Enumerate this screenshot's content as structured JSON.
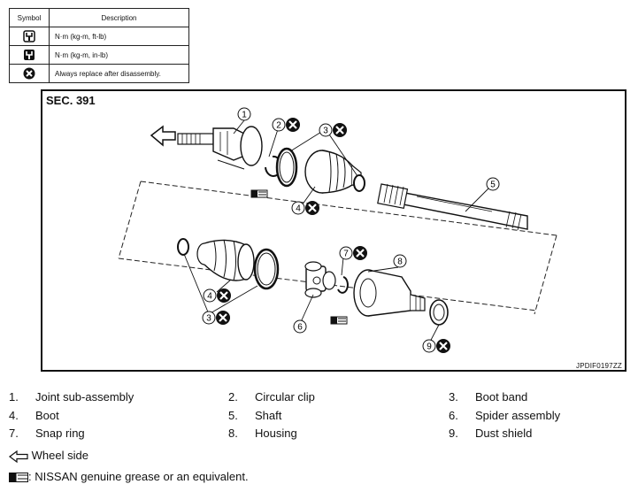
{
  "symbol_table": {
    "header_symbol": "Symbol",
    "header_description": "Description",
    "rows": [
      {
        "icon": "torque-wrench-icon",
        "description": "N·m (kg-m, ft-lb)"
      },
      {
        "icon": "torque-wrench-small-icon",
        "description": "N·m (kg-m, in-lb)"
      },
      {
        "icon": "replace-x-icon",
        "description": "Always replace after disassembly."
      }
    ]
  },
  "diagram": {
    "section": "SEC. 391",
    "figure_code": "JPDIF0197ZZ",
    "callouts": {
      "c1": "1",
      "c2": "2",
      "c3a": "3",
      "c5": "5",
      "c4a": "4",
      "c7": "7",
      "c8": "8",
      "c4b": "4",
      "c3b": "3",
      "c6": "6",
      "c9": "9"
    }
  },
  "legend": [
    {
      "num": "1.",
      "label": "Joint sub-assembly"
    },
    {
      "num": "2.",
      "label": "Circular clip"
    },
    {
      "num": "3.",
      "label": "Boot band"
    },
    {
      "num": "4.",
      "label": "Boot"
    },
    {
      "num": "5.",
      "label": "Shaft"
    },
    {
      "num": "6.",
      "label": "Spider assembly"
    },
    {
      "num": "7.",
      "label": "Snap ring"
    },
    {
      "num": "8.",
      "label": "Housing"
    },
    {
      "num": "9.",
      "label": "Dust shield"
    }
  ],
  "notes": {
    "wheel_side": "Wheel side",
    "grease": ": NISSAN genuine grease or an equivalent."
  }
}
